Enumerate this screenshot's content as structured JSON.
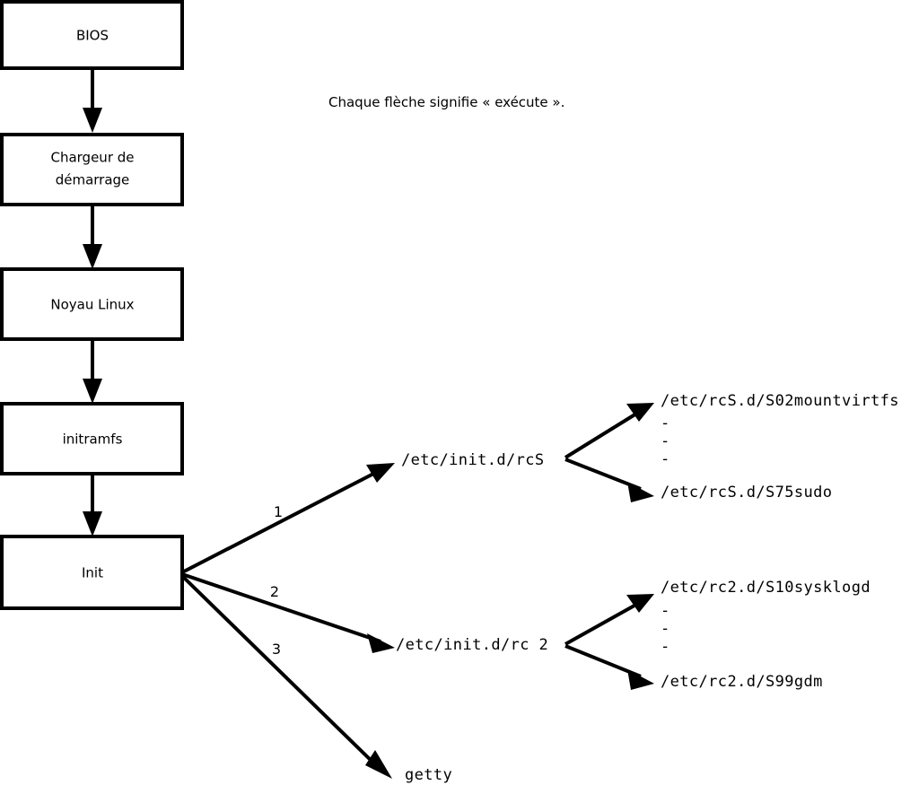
{
  "diagram": {
    "title_caption": "Chaque flèche signifie « exécute ».",
    "colors": {
      "stroke": "#000000",
      "background": "#ffffff",
      "fill": "#ffffff"
    },
    "boot_chain": [
      {
        "id": "bios",
        "label": "BIOS"
      },
      {
        "id": "bootloader",
        "label": "Chargeur de\ndémarrage",
        "line1": "Chargeur de",
        "line2": "démarrage"
      },
      {
        "id": "kernel",
        "label": "Noyau Linux"
      },
      {
        "id": "initramfs",
        "label": "initramfs"
      },
      {
        "id": "init",
        "label": "Init"
      }
    ],
    "init_branches": [
      {
        "number": "1",
        "label": "/etc/init.d/rcS"
      },
      {
        "number": "2",
        "label": "/etc/init.d/rc 2"
      },
      {
        "number": "3",
        "label": "getty"
      }
    ],
    "rcs_scripts": {
      "first": "/etc/rcS.d/S02mountvirtfs",
      "ellipsis": [
        "-",
        "-",
        "-"
      ],
      "last": "/etc/rcS.d/S75sudo"
    },
    "rc2_scripts": {
      "first": "/etc/rc2.d/S10sysklogd",
      "ellipsis": [
        "-",
        "-",
        "-"
      ],
      "last": "/etc/rc2.d/S99gdm"
    }
  }
}
